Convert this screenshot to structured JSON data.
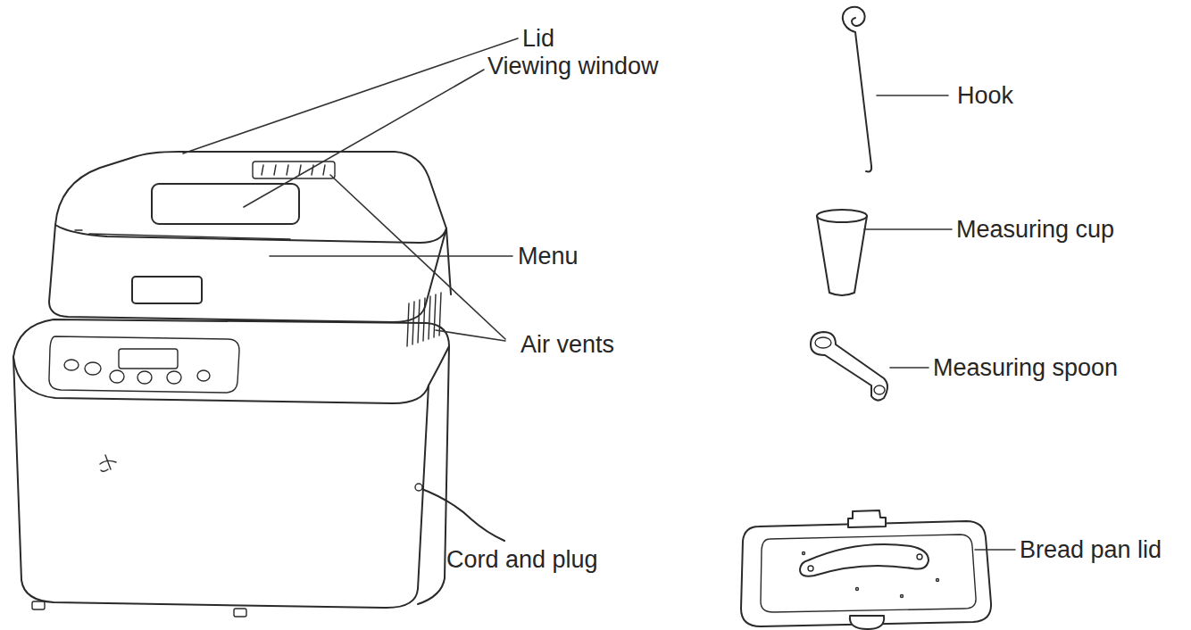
{
  "diagram": {
    "labels": [
      "Lid",
      "Viewing window",
      "Menu",
      "Air vents",
      "Cord and plug",
      "Hook",
      "Measuring cup",
      "Measuring spoon",
      "Bread pan lid"
    ]
  }
}
